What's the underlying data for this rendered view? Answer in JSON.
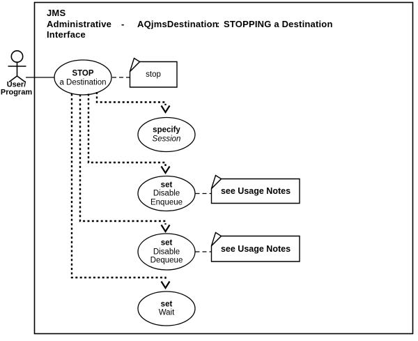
{
  "title": {
    "product": "JMS",
    "line2": "Administrative",
    "line3": "Interface",
    "dash": "-",
    "class_name": "AQjmsDestination",
    "colon": ":",
    "operation": "STOPPING a Destination"
  },
  "actor": {
    "line1": "User/",
    "line2": "Program"
  },
  "use_cases": [
    {
      "line1": "STOP",
      "line2": "a Destination"
    },
    {
      "line1": "specify",
      "line2": "Session"
    },
    {
      "line1": "set",
      "line2": "Disable",
      "line3": "Enqueue"
    },
    {
      "line1": "set",
      "line2": "Disable",
      "line3": "Dequeue"
    },
    {
      "line1": "set",
      "line2": "Wait"
    }
  ],
  "notes": [
    {
      "text": "stop"
    },
    {
      "text": "see Usage Notes"
    },
    {
      "text": "see Usage Notes"
    }
  ],
  "colors": {
    "ink": "#000000",
    "background": "#ffffff"
  }
}
